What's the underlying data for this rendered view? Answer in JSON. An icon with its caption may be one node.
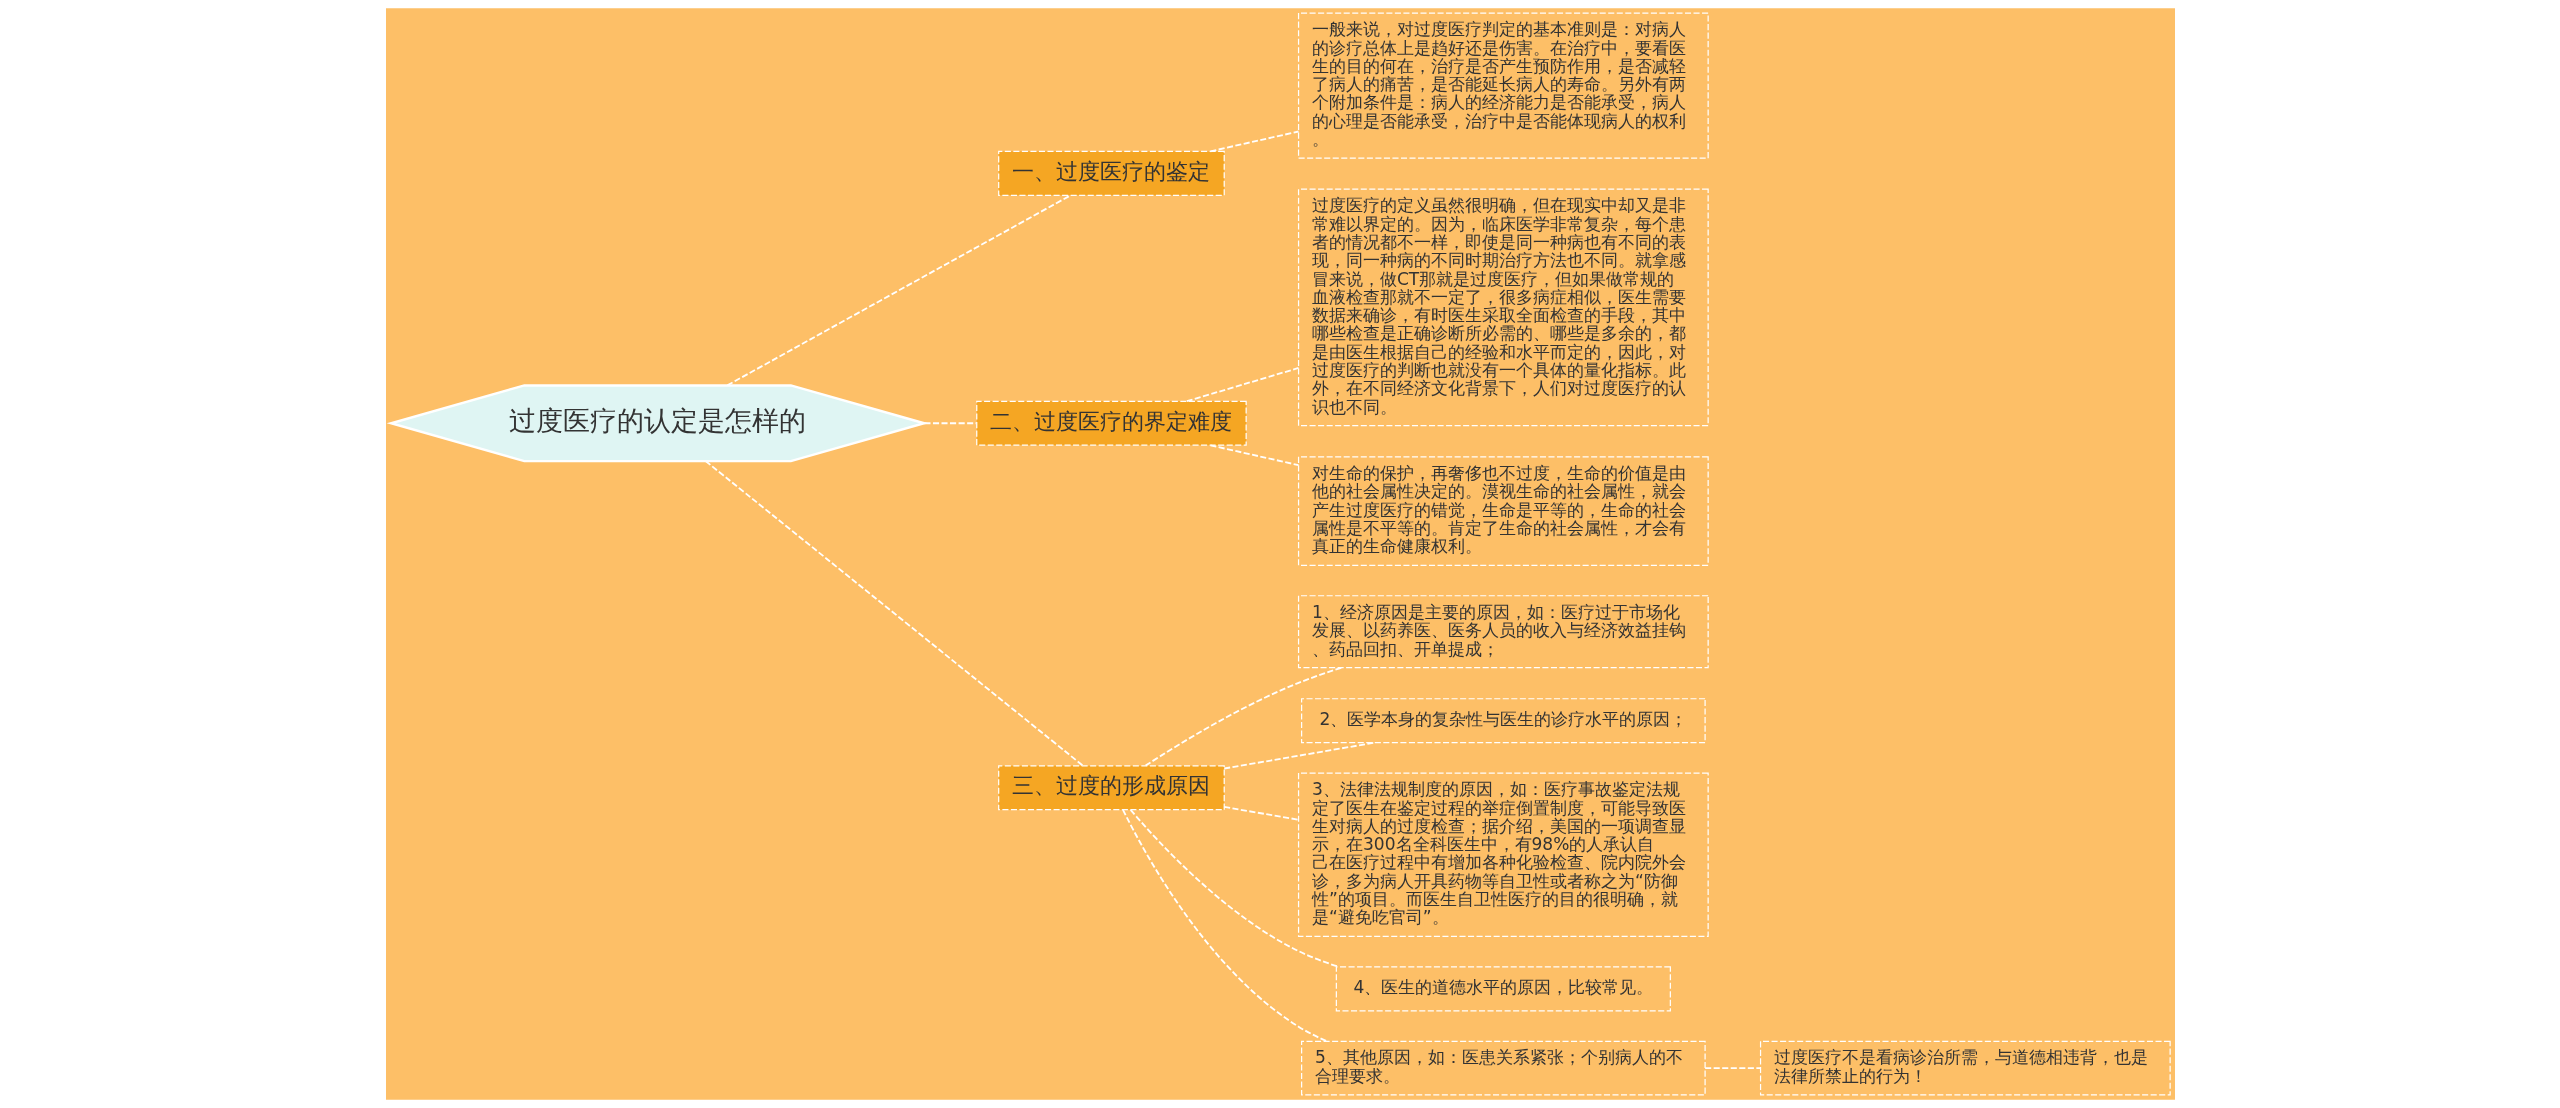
{
  "diagram": {
    "nodes": [
      {
        "text": [
          "过度医疗的认定是怎样的"
        ]
      },
      {
        "text": [
          "一、过度医疗的鉴定"
        ]
      },
      {
        "text": [
          "一般来说，对过度医疗判定的基本准则是：对病人的诊疗总体上是趋好还是伤害。在治疗中，要看医生的目的何在，治疗是否产生预防作用，是否减轻了病人的痛苦，是否能延长病人的寿命。另外有两个附加条件是：病人的经济能力是否能承受，病人的心理是否能承受，治疗中是否能体现病人的权利。"
        ]
      },
      {
        "text": [
          "二、过度医疗的界定难度"
        ]
      },
      {
        "text": [
          "过度医疗的定义虽然很明确，但在现实中却又是非常难以界定的。因为，临床医学非常复杂，每个患者的情况都不一样，即使是同一种病也有不同的表现，同一种病的不同时期治疗方法也不同。就拿感冒来说，做CT那就是过度医疗，但如果做常规的血液检查那就不一定了，很多病症相似，医生需要数据来确诊，有时医生采取全面检查的手段，其中哪些检查是正确诊断所必需的、哪些是多余的，都是由医生根据自己的经验和水平而定的，因此，对过度医疗的判断也就没有一个具体的量化指标。此外，在不同经济文化背景下，人们对过度医疗的认识也不同。"
        ]
      },
      {
        "text": [
          "对生命的保护，再奢侈也不过度，生命的价值是由他的社会属性决定的。漠视生命的社会属性，就会产生过度医疗的错觉，生命是平等的，生命的社会属性是不平等的。肯定了生命的社会属性，才会有真正的生命健康权利。"
        ]
      },
      {
        "text": [
          "三、过度的形成原因"
        ]
      },
      {
        "text": [
          "1、经济原因是主要的原因，如：医疗过于市场化发展、以药养医、医务人员的收入与经济效益挂钩、药品回扣、开单提成；"
        ]
      },
      {
        "text": [
          "2、医学本身的复杂性与医生的诊疗水平的原因；"
        ]
      },
      {
        "text": [
          "3、法律法规制度的原因，如：医疗事故鉴定法规定了医生在鉴定过程的举症倒置制度，可能导致医生对病人的过度检查；据介绍，美国的一项调查显示，在300名全科医生中，有98%的人承认自己在医疗过程中有增加各种化验检查、院内院外会诊，多为病人开具药物等自卫性或者称之为“防御性”的项目。而医生自卫性医疗的目的很明确，就是“避免吃官司”。"
        ]
      },
      {
        "text": [
          "4、医生的道德水平的原因，比较常见。"
        ]
      },
      {
        "text": [
          "5、其他原因，如：医患关系紧张；个别病人的不合理要求。"
        ]
      },
      {
        "text": [
          "过度医疗不是看病诊治所需，与道德相违背，也是法律所禁止的行为！"
        ]
      }
    ],
    "edges": [
      {
        "from": 0,
        "to": 1,
        "arrow": "none",
        "style": "dashed"
      },
      {
        "from": 1,
        "to": 2,
        "arrow": "none",
        "style": "dashed"
      },
      {
        "from": 0,
        "to": 3,
        "arrow": "none",
        "style": "dashed"
      },
      {
        "from": 3,
        "to": 4,
        "arrow": "none",
        "style": "dashed"
      },
      {
        "from": 3,
        "to": 5,
        "arrow": "none",
        "style": "dashed"
      },
      {
        "from": 0,
        "to": 6,
        "arrow": "none",
        "style": "dashed"
      },
      {
        "from": 6,
        "to": 7,
        "arrow": "none",
        "style": "dashed"
      },
      {
        "from": 6,
        "to": 8,
        "arrow": "none",
        "style": "dashed"
      },
      {
        "from": 6,
        "to": 9,
        "arrow": "none",
        "style": "dashed"
      },
      {
        "from": 6,
        "to": 10,
        "arrow": "none",
        "style": "dashed"
      },
      {
        "from": 6,
        "to": 11,
        "arrow": "none",
        "style": "dashed"
      },
      {
        "from": 11,
        "to": 12,
        "arrow": "none",
        "style": "dashed"
      }
    ]
  }
}
